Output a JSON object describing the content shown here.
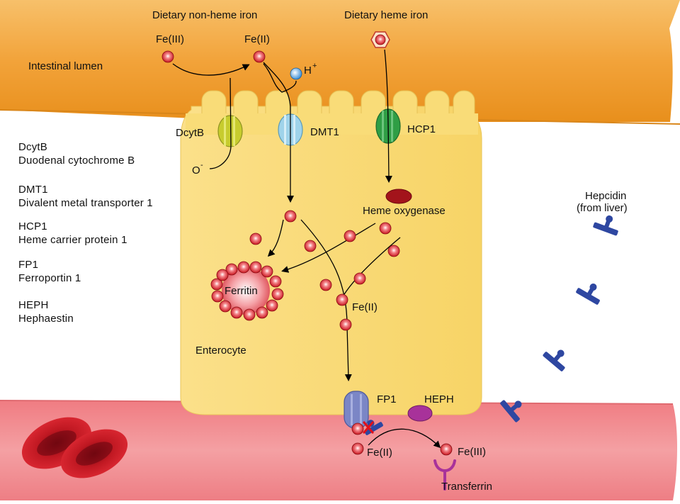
{
  "labels": {
    "nonheme": "Dietary non-heme iron",
    "heme": "Dietary heme iron",
    "lumen": "Intestinal lumen",
    "fe3_top": "Fe(III)",
    "fe2_top": "Fe(II)",
    "h": "H",
    "h_sup": "+",
    "o": "O",
    "o_sup": "-",
    "dcytb": "DcytB",
    "dmt1": "DMT1",
    "hcp1": "HCP1",
    "heme_oxygenase": "Heme oxygenase",
    "ferritin": "Ferritin",
    "fe2_mid": "Fe(II)",
    "enterocyte": "Enterocyte",
    "fp1": "FP1",
    "heph": "HEPH",
    "fe2_bottom": "Fe(II)",
    "fe3_bottom": "Fe(III)",
    "transferrin": "Transferrin",
    "hepcidin1": "Hepcidin",
    "hepcidin2": "(from liver)"
  },
  "legend": [
    {
      "abbr": "DcytB",
      "full": "Duodenal cytochrome B"
    },
    {
      "abbr": "DMT1",
      "full": "Divalent metal transporter 1"
    },
    {
      "abbr": "HCP1",
      "full": "Heme carrier protein 1"
    },
    {
      "abbr": "FP1",
      "full": "Ferroportin 1"
    },
    {
      "abbr": "HEPH",
      "full": "Hephaestin"
    }
  ],
  "colors": {
    "lumen": "#f2a33a",
    "cell": "#f9dc78",
    "blood": "#f08a8e",
    "iron": "#d8232e",
    "dcytb": "#c7cc2e",
    "dmt1": "#9fd3ea",
    "hcp1": "#2f9e45",
    "fp1": "#7b86c6",
    "heph": "#a8329a",
    "hepcidin": "#2e47a1",
    "transferrin": "#a8329a",
    "heme_oxygenase": "#a3141b",
    "hydrogen": "#4a9ee0"
  }
}
